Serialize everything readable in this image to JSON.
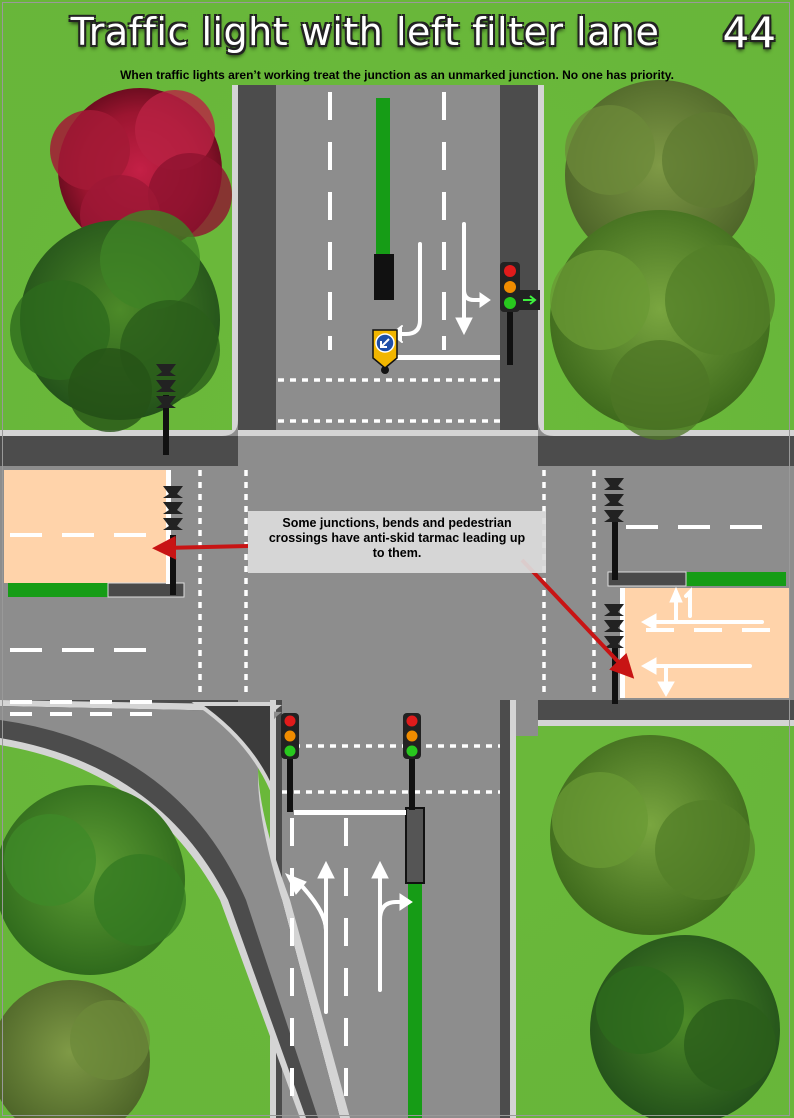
{
  "page": {
    "title": "Traffic light with left filter lane",
    "page_number": "44",
    "subtitle": "When traffic lights aren’t working treat the junction as an unmarked junction. No one has priority."
  },
  "callout": {
    "text": "Some junctions, bends and pedestrian crossings have anti-skid tarmac leading up to them."
  },
  "colors": {
    "grass": "#6dbd3c",
    "road": "#8d8d8d",
    "kerb": "#4a4a4a",
    "anti_skid": "#ffd3aa",
    "cycle_green": "#169c16",
    "arrow_red": "#c81414",
    "signal_red": "#e01b1b",
    "signal_amber": "#f08c00",
    "signal_green": "#28c81e"
  },
  "icons": {
    "bollard": "keep-left-bollard-icon",
    "filter": "green-filter-arrow-icon"
  }
}
